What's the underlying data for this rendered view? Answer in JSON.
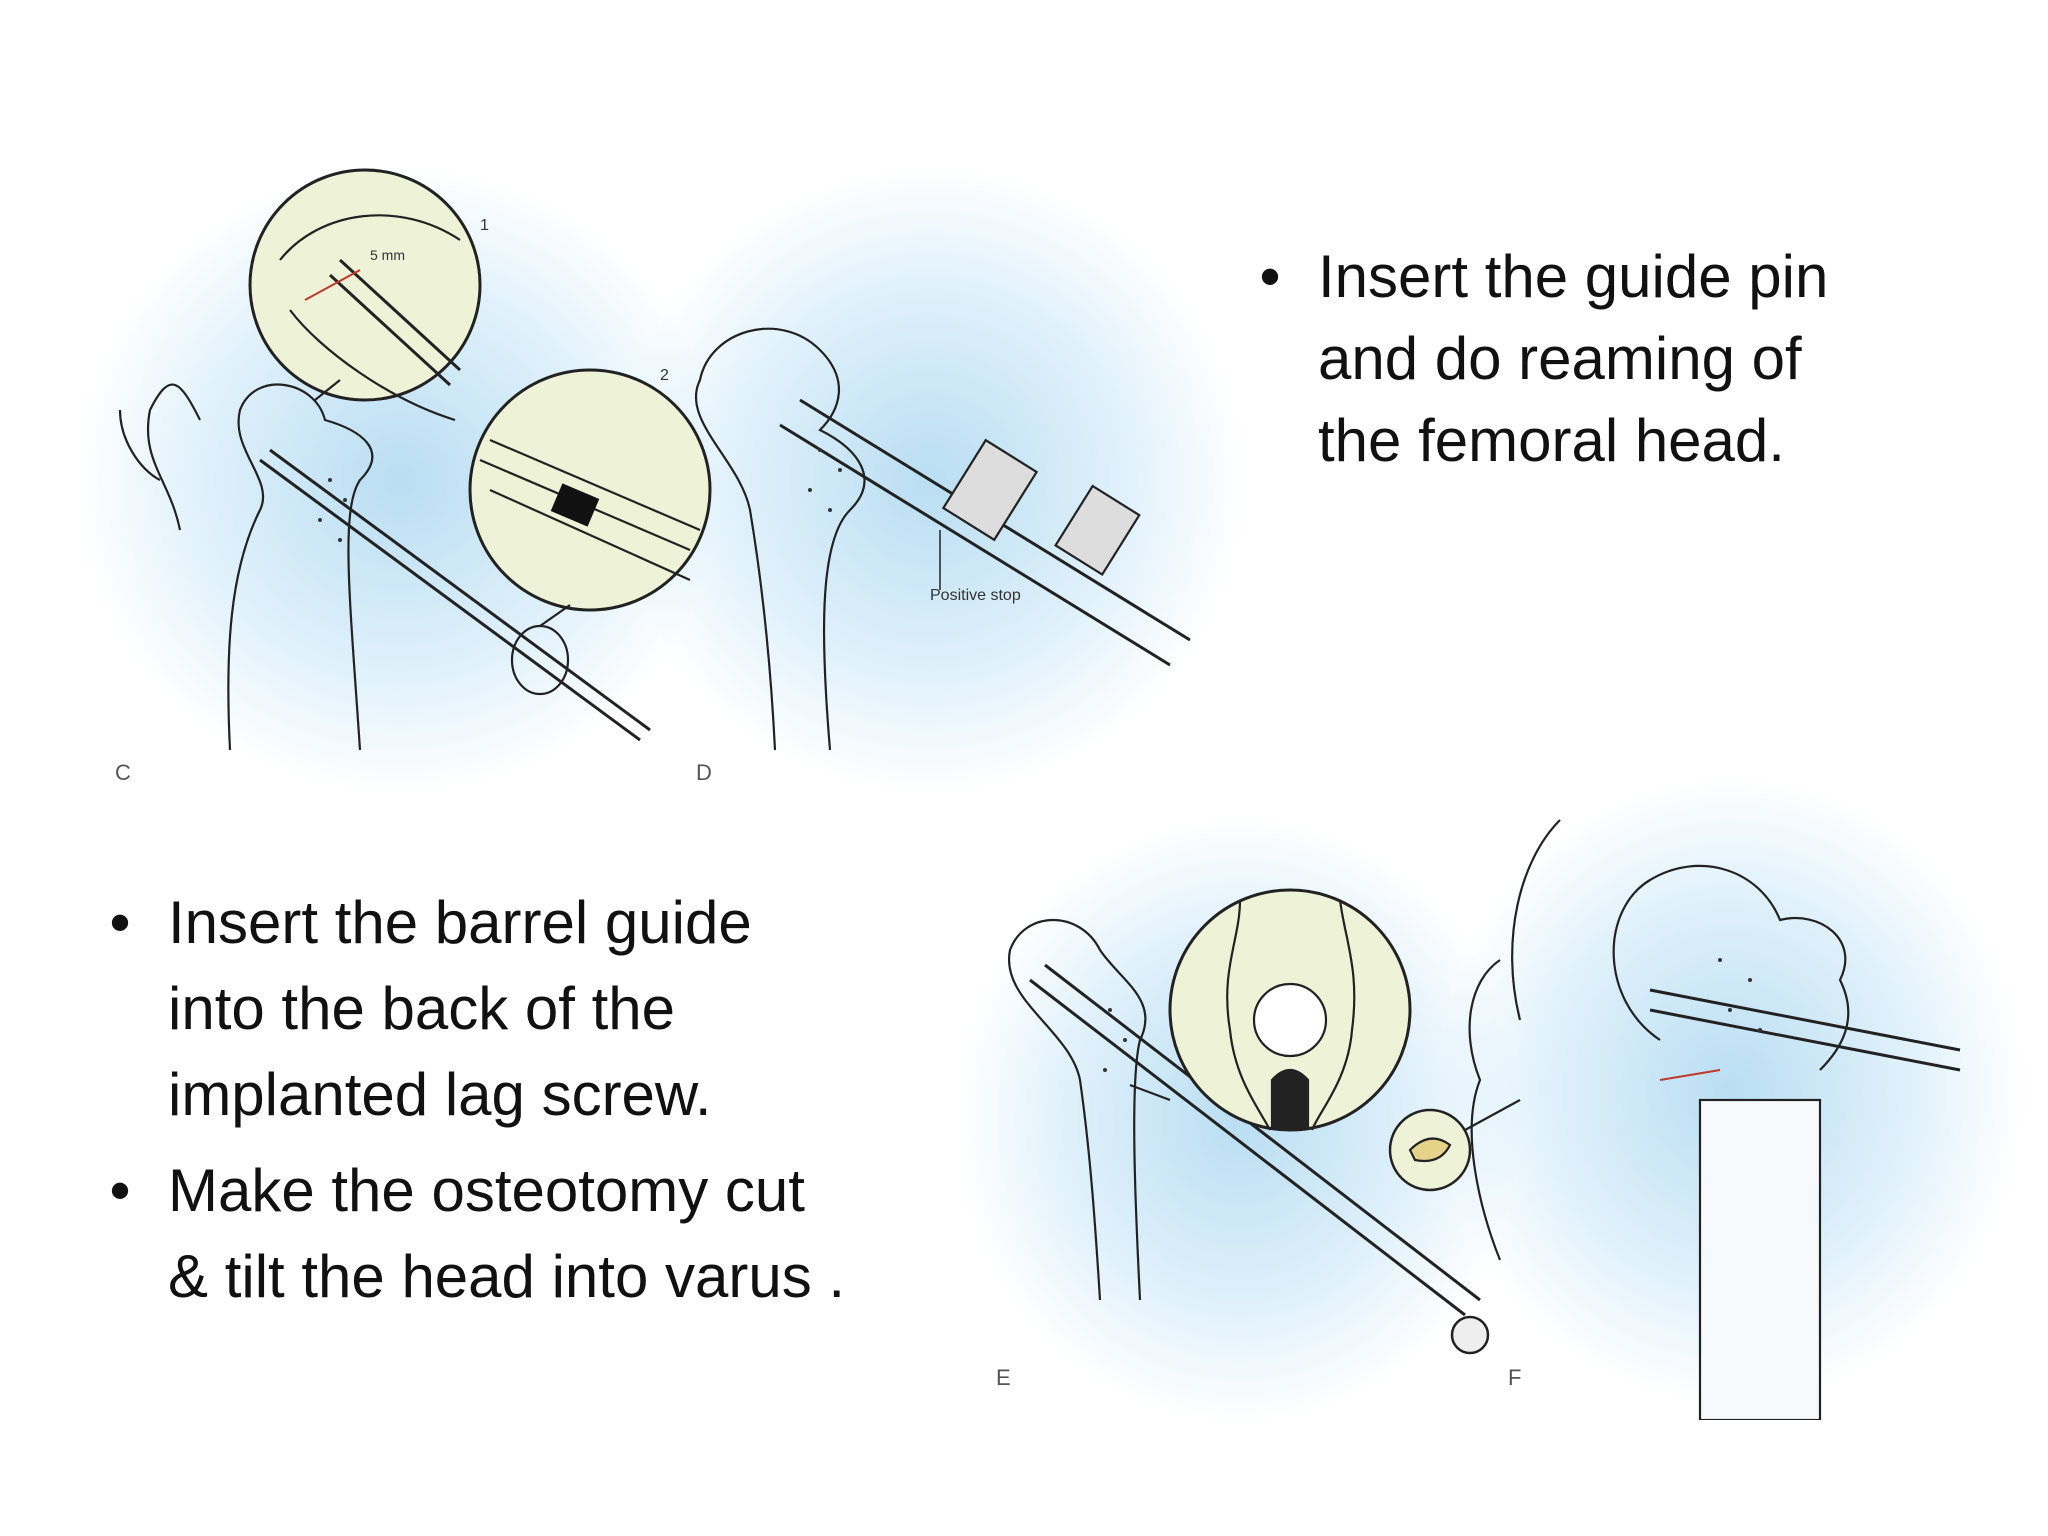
{
  "slide": {
    "background": "#ffffff",
    "glow_color": "#add8f0",
    "bullets_top": [
      {
        "text": "Insert the guide pin and do reaming of the femoral head.",
        "lines": [
          "Insert the guide pin",
          "and do reaming of",
          "the femoral head."
        ]
      }
    ],
    "bullets_bottom": [
      {
        "lines": [
          "Insert the barrel guide",
          "into the back of the",
          "implanted lag screw."
        ]
      },
      {
        "lines": [
          "Make the osteotomy cut",
          "& tilt the head into varus ."
        ]
      }
    ],
    "bullet_symbol": "•"
  },
  "figures": {
    "panel_c": {
      "label": "C",
      "inset_1": "1",
      "inset_2": "2",
      "measure_label": "5 mm"
    },
    "panel_d": {
      "label": "D",
      "callout": "Positive stop"
    },
    "panel_e": {
      "label": "E"
    },
    "panel_f": {
      "label": "F"
    }
  }
}
